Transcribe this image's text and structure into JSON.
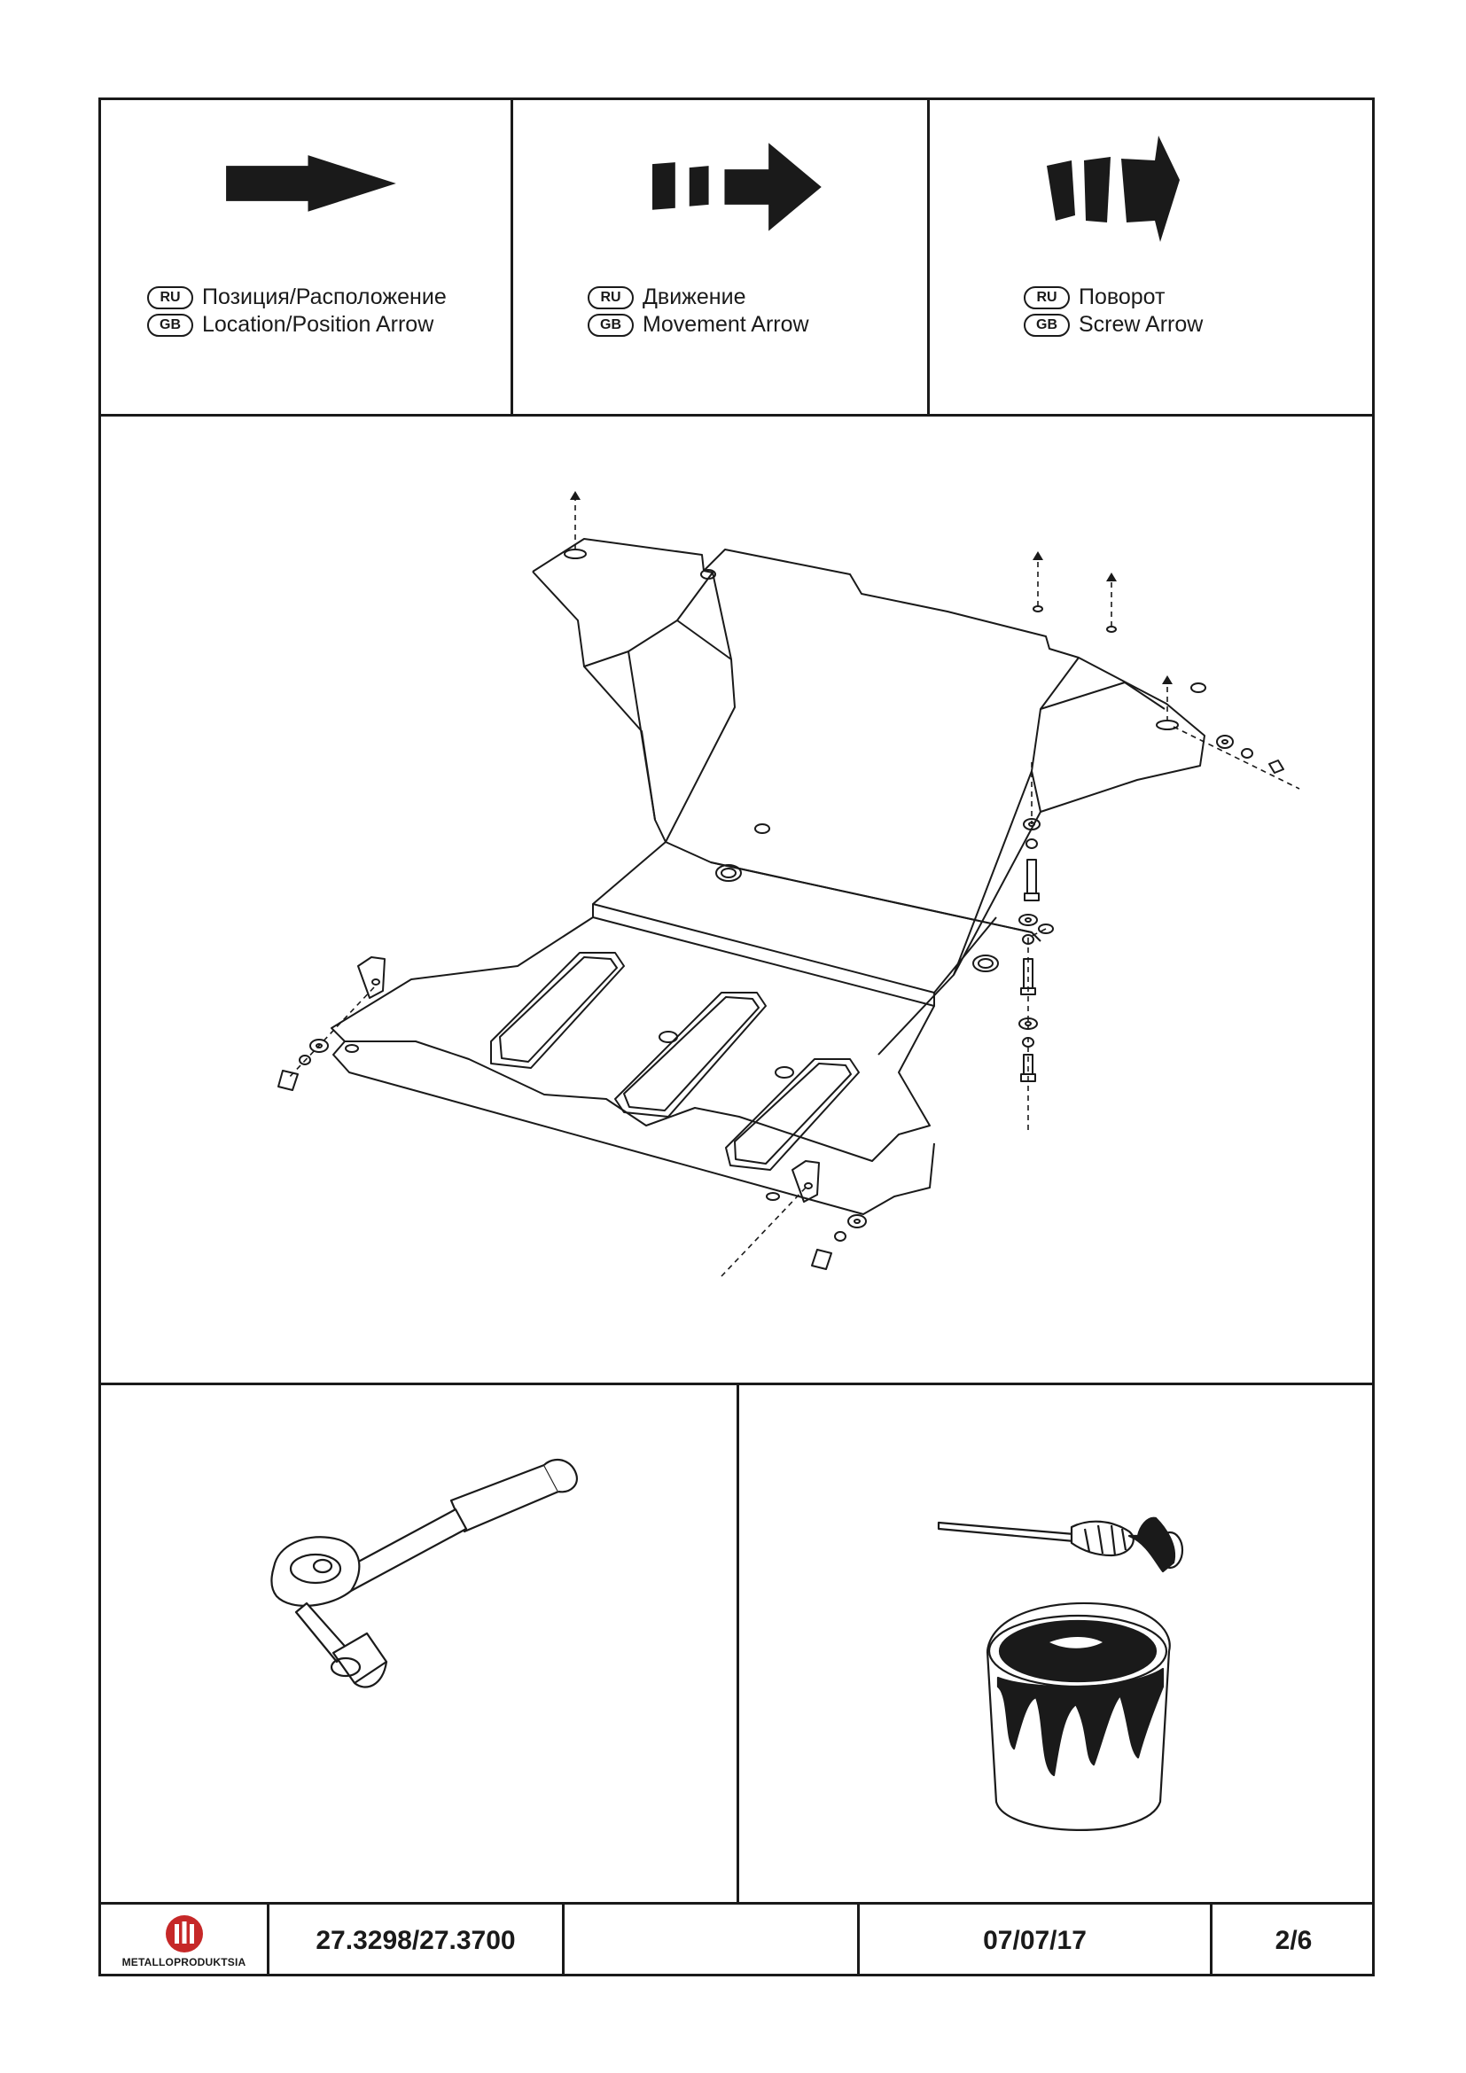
{
  "legend": [
    {
      "ru_badge": "RU",
      "ru_text": "Позиция/Расположение",
      "gb_badge": "GB",
      "gb_text": "Location/Position Arrow",
      "arrow_icon": "location-arrow-icon"
    },
    {
      "ru_badge": "RU",
      "ru_text": "Движение",
      "gb_badge": "GB",
      "gb_text": "Movement Arrow",
      "arrow_icon": "movement-arrow-icon"
    },
    {
      "ru_badge": "RU",
      "ru_text": "Поворот",
      "gb_badge": "GB",
      "gb_text": "Screw Arrow",
      "arrow_icon": "screw-arrow-icon"
    }
  ],
  "drawing": {
    "icon": "skid-plate-assembly-diagram"
  },
  "tools": [
    {
      "icon": "ratchet-wrench-icon"
    },
    {
      "icon": "paint-can-brush-icon"
    }
  ],
  "footer": {
    "logo_name": "METALLOPRODUKTSIA",
    "logo_color": "#c62828",
    "part_number": "27.3298/27.3700",
    "blank": "",
    "date": "07/07/17",
    "page": "2/6"
  }
}
